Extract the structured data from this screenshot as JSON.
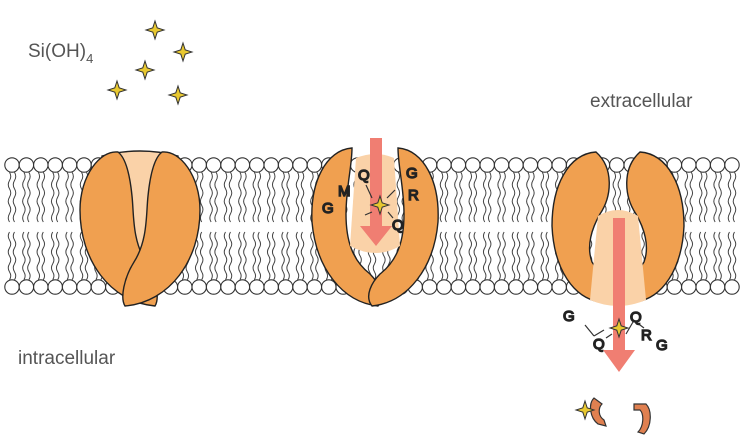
{
  "labels": {
    "substrate": "Si(OH)",
    "substrate_subscript": "4",
    "extracellular": "extracellular",
    "intracellular": "intracellular"
  },
  "transporters": [
    {
      "state": "empty",
      "residues": []
    },
    {
      "state": "substrate-bound",
      "residues": [
        "G",
        "M",
        "Q",
        "G",
        "R",
        "Q"
      ]
    },
    {
      "state": "inward-open release",
      "residues": [
        "G",
        "Q",
        "Q",
        "R",
        "G"
      ]
    }
  ],
  "colors": {
    "transporter": "#F0A050",
    "transporter_stroke": "#222222",
    "channel": "#FAD2A8",
    "arrow": "#F07E72",
    "substrate": "#E8C830",
    "lipid_head": "#ffffff",
    "released_fragment": "#E08050",
    "label_text": "#555555"
  },
  "icons": [
    "silicic-acid-molecule-icon",
    "transport-arrow-icon",
    "released-fragment-icon"
  ]
}
